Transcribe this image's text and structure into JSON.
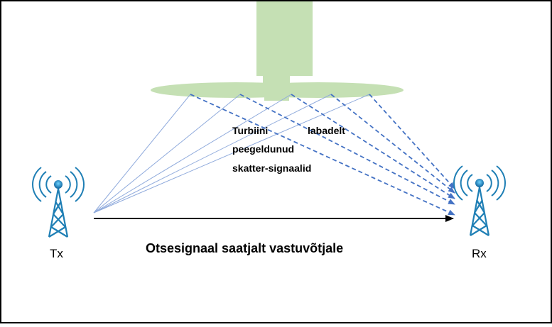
{
  "labels": {
    "tx": "Tx",
    "rx": "Rx",
    "direct_signal": "Otsesignaal saatjalt vastuvõtjale",
    "scatter_line1_a": "Turbiini",
    "scatter_line1_b": "labadelt",
    "scatter_line2": "peegeldunud",
    "scatter_line3": "skatter-signaalid"
  },
  "colors": {
    "turbine": "#c5e0b4",
    "blade": "#c5e0b4",
    "incident_ray": "#8faadc",
    "scattered_ray": "#4472c4",
    "tower": "#1f7fb5",
    "direct_arrow": "#000000",
    "border": "#000000"
  },
  "icons": {
    "tx": "radio-tower-icon",
    "rx": "radio-tower-icon"
  }
}
